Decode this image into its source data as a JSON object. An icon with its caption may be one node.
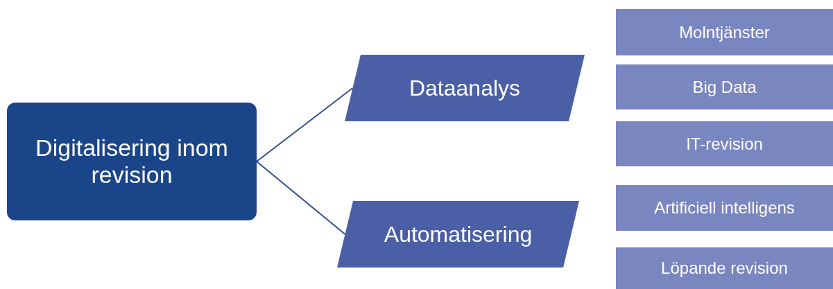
{
  "diagram": {
    "nodes": [
      {
        "text": [
          "Digitalisering inom revision"
        ]
      },
      {
        "text": [
          "Dataanalys"
        ]
      },
      {
        "text": [
          "Automatisering"
        ]
      },
      {
        "text": [
          "Molntjänster"
        ]
      },
      {
        "text": [
          "Big Data"
        ]
      },
      {
        "text": [
          "IT-revision"
        ]
      },
      {
        "text": [
          "Artificiell intelligens"
        ]
      },
      {
        "text": [
          "Löpande revision"
        ]
      }
    ],
    "edges": [
      {
        "from": 0,
        "to": 1,
        "arrow": "none"
      },
      {
        "from": 0,
        "to": 2,
        "arrow": "none"
      }
    ]
  }
}
